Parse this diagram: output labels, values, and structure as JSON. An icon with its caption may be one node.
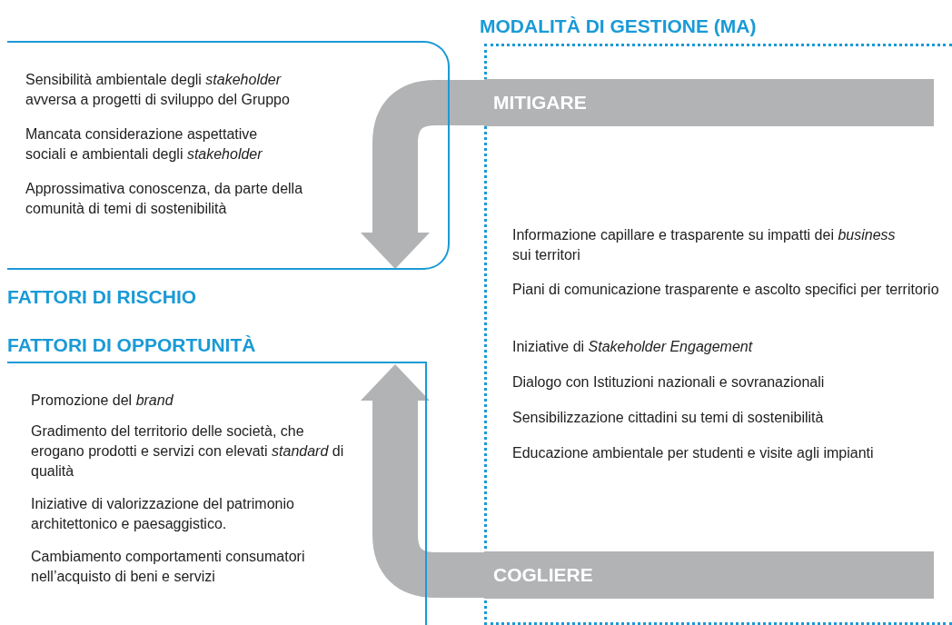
{
  "diagram": {
    "nodes": [
      {
        "text": [
          "Sensibilità ambientale degli *stakeholder* avversa a progetti di sviluppo del Gruppo",
          "Mancata considerazione aspettative sociali e ambientali degli *stakeholder*",
          "Approssimativa conoscenza, da parte della comunità di temi di sostenibilità",
          "FATTORI DI RISCHIO"
        ]
      },
      {
        "text": [
          "FATTORI DI OPPORTUNITÀ",
          "Promozione del *brand*",
          "Gradimento del territorio delle società, che erogano prodotti e servizi con elevati *standard* di qualità",
          "Iniziative di valorizzazione del patrimonio architettonico e paesaggistico.",
          "Cambiamento comportamenti consumatori nell’acquisto di beni e servizi"
        ]
      },
      {
        "text": [
          "MODALITÀ DI GESTIONE (MA)",
          "Informazione capillare e trasparente su impatti dei *business* sui territori",
          "Piani di comunicazione trasparente e ascolto specifici per territorio",
          "Iniziative di *Stakeholder Engagement*",
          "Dialogo con Istituzioni nazionali e sovranazionali",
          "Sensibilizzazione cittadini su temi di sostenibilità",
          "Educazione ambientale per studenti e visite agli impianti"
        ]
      },
      {
        "text": [
          "MITIGARE"
        ],
        "in": 2
      },
      {
        "text": [
          "COGLIERE"
        ],
        "in": 2
      }
    ],
    "edges": [
      {
        "from": 3,
        "to": 0,
        "arrow": "to"
      },
      {
        "from": 4,
        "to": 1,
        "arrow": "to"
      }
    ]
  }
}
